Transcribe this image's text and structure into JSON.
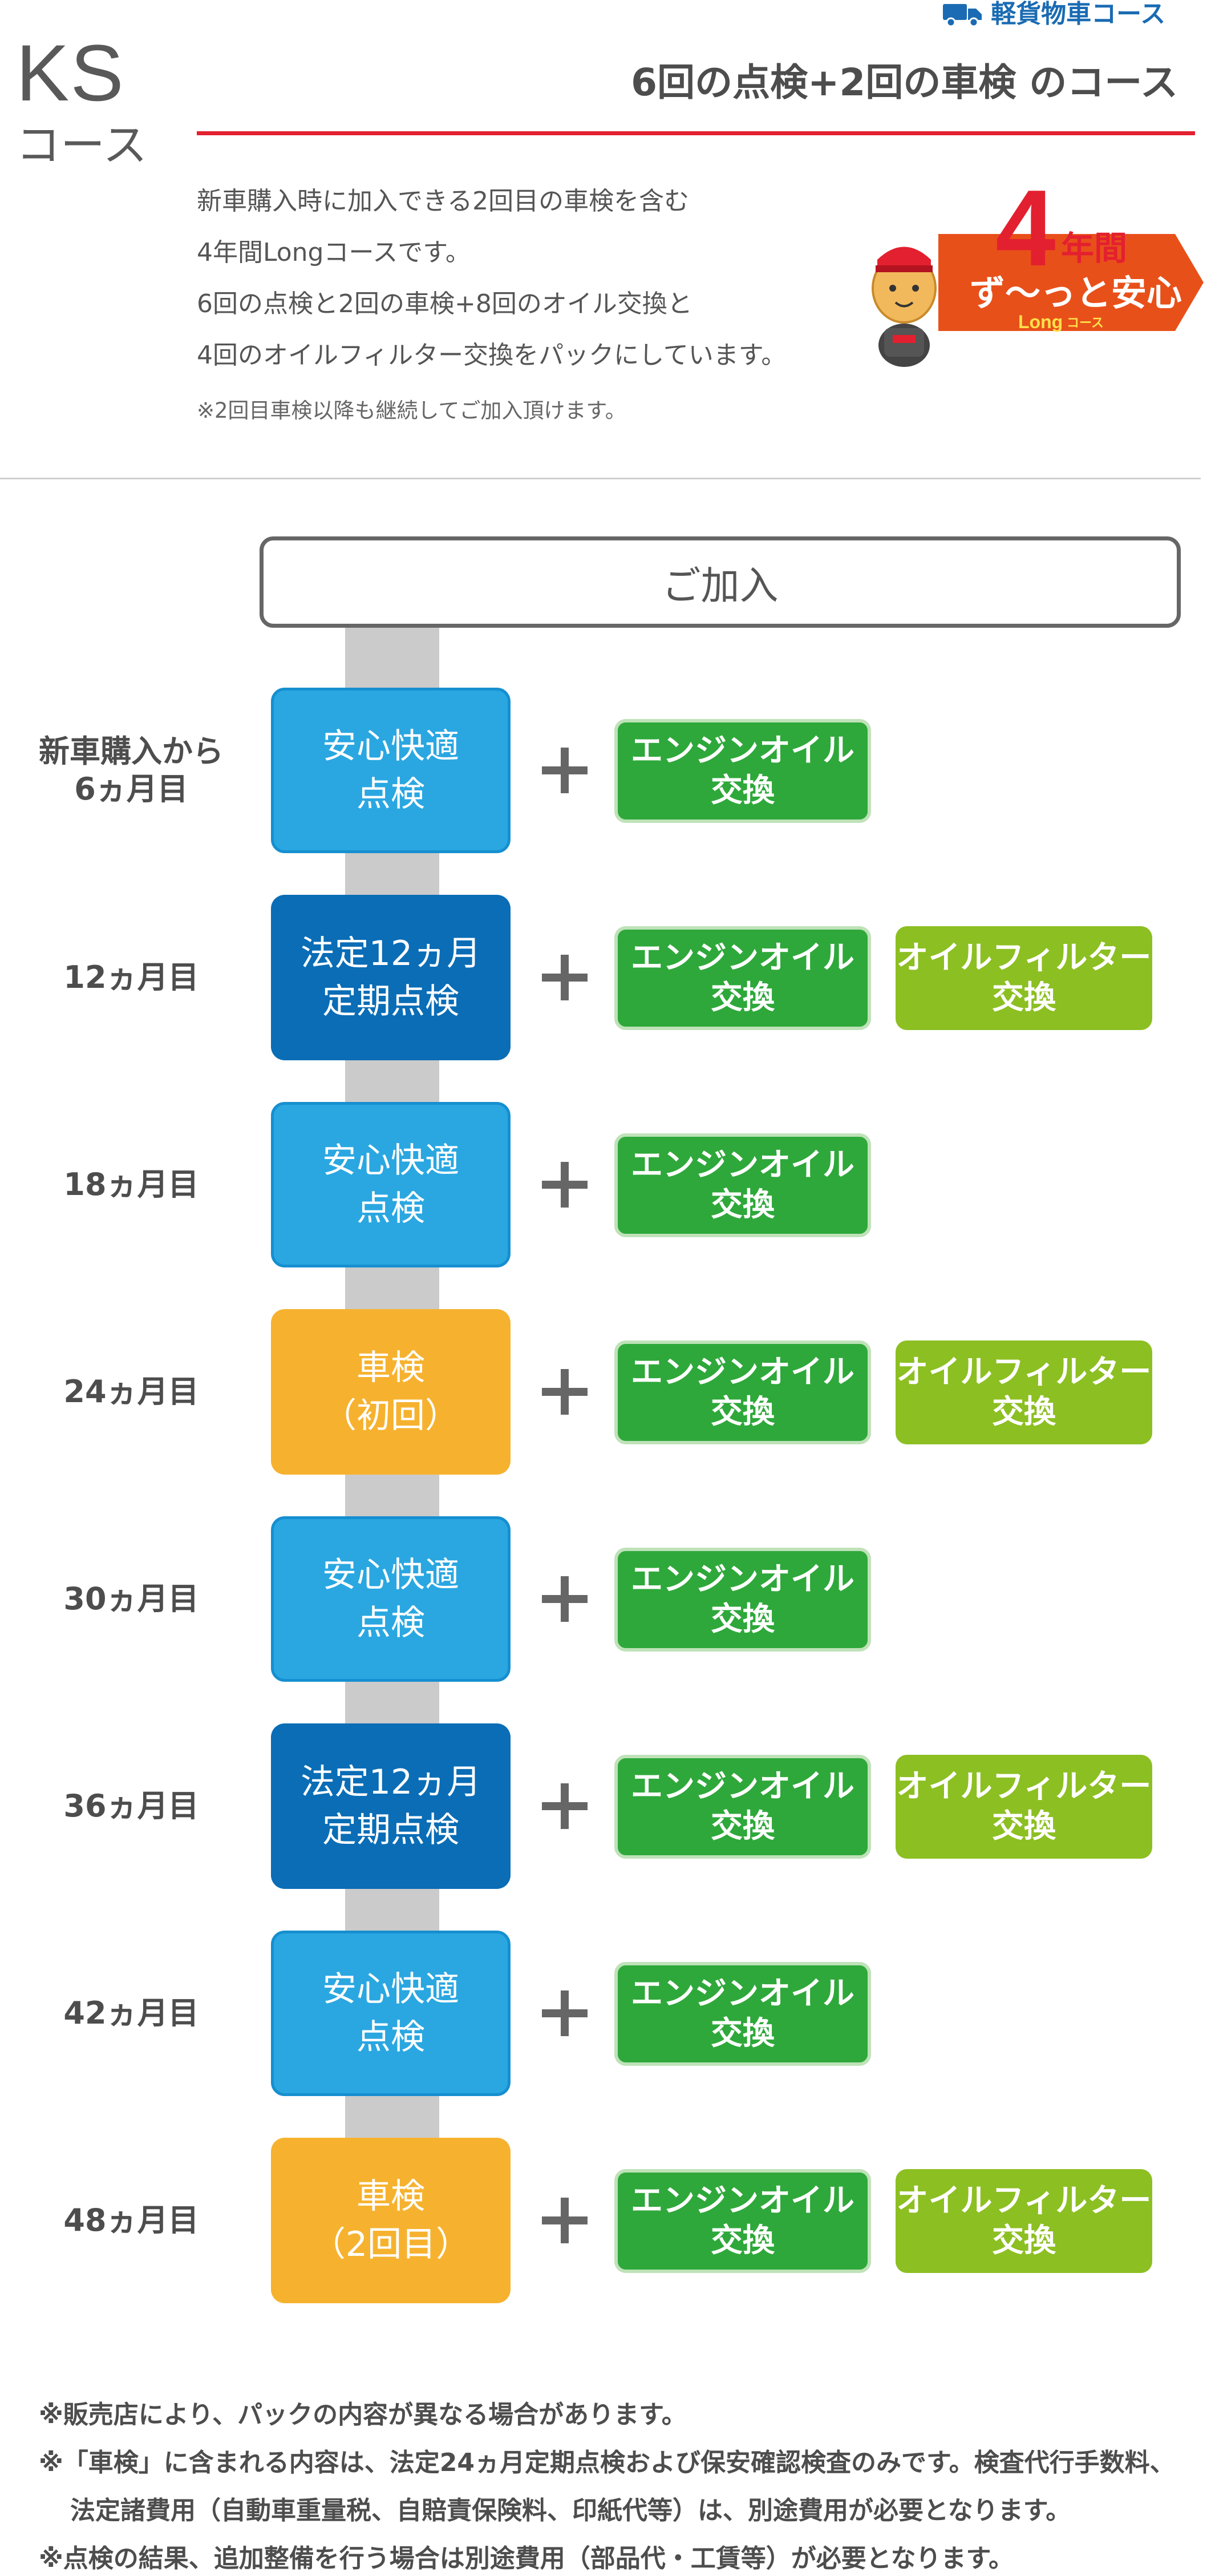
{
  "header": {
    "vehicle_type": "軽貨物車コース",
    "course_name": "KS",
    "course_suffix": "コース",
    "course_title": "6回の点検+2回の車検 のコース",
    "description": [
      "新車購入時に加入できる2回目の車検を含む",
      "4年間Longコースです。",
      "6回の点検と2回の車検+8回のオイル交換と",
      "4回のオイルフィルター交換をパックにしています。"
    ],
    "note": "※2回目車検以降も継続してご加入頂けます。"
  },
  "badge": {
    "years": "4",
    "years_unit": "年間",
    "slogan": "ず〜っと安心",
    "sub": "Long",
    "sub_suffix": "コース"
  },
  "timeline": {
    "join_label": "ご加入",
    "rows": [
      {
        "label": "新車購入から\n6ヵ月目",
        "service": "安心快適\n点検",
        "kind": "inspect",
        "oil": "エンジンオイル\n交換",
        "filter": ""
      },
      {
        "label": "12ヵ月目",
        "service": "法定12ヵ月\n定期点検",
        "kind": "legal",
        "oil": "エンジンオイル\n交換",
        "filter": "オイルフィルター\n交換"
      },
      {
        "label": "18ヵ月目",
        "service": "安心快適\n点検",
        "kind": "inspect",
        "oil": "エンジンオイル\n交換",
        "filter": ""
      },
      {
        "label": "24ヵ月目",
        "service": "車検\n（初回）",
        "kind": "shaken",
        "oil": "エンジンオイル\n交換",
        "filter": "オイルフィルター\n交換"
      },
      {
        "label": "30ヵ月目",
        "service": "安心快適\n点検",
        "kind": "inspect",
        "oil": "エンジンオイル\n交換",
        "filter": ""
      },
      {
        "label": "36ヵ月目",
        "service": "法定12ヵ月\n定期点検",
        "kind": "legal",
        "oil": "エンジンオイル\n交換",
        "filter": "オイルフィルター\n交換"
      },
      {
        "label": "42ヵ月目",
        "service": "安心快適\n点検",
        "kind": "inspect",
        "oil": "エンジンオイル\n交換",
        "filter": ""
      },
      {
        "label": "48ヵ月目",
        "service": "車検\n（2回目）",
        "kind": "shaken",
        "oil": "エンジンオイル\n交換",
        "filter": "オイルフィルター\n交換"
      }
    ]
  },
  "footer": {
    "notes": [
      "※販売店により、パックの内容が異なる場合があります。",
      "※「車検」に含まれる内容は、法定24ヵ月定期点検および保安確認検査のみです。検査代行手数料、",
      "法定諸費用（自動車重量税、自賠責保険料、印紙代等）は、別途費用が必要となります。",
      "※点検の結果、追加整備を行う場合は別途費用（部品代・工賃等）が必要となります。"
    ]
  },
  "colors": {
    "accent_red": "#e3202f",
    "brand_blue": "#1a6bb3",
    "inspect_blue": "#2aa7e1",
    "legal_blue": "#0a6db6",
    "shaken_orange": "#f6b22f",
    "oil_green": "#2ea83a",
    "filter_green": "#8cbf22",
    "badge_orange": "#e8501a"
  },
  "icons": {
    "vehicle": "truck-icon",
    "mascot": "mascot-icon",
    "connector": "plus-icon"
  }
}
